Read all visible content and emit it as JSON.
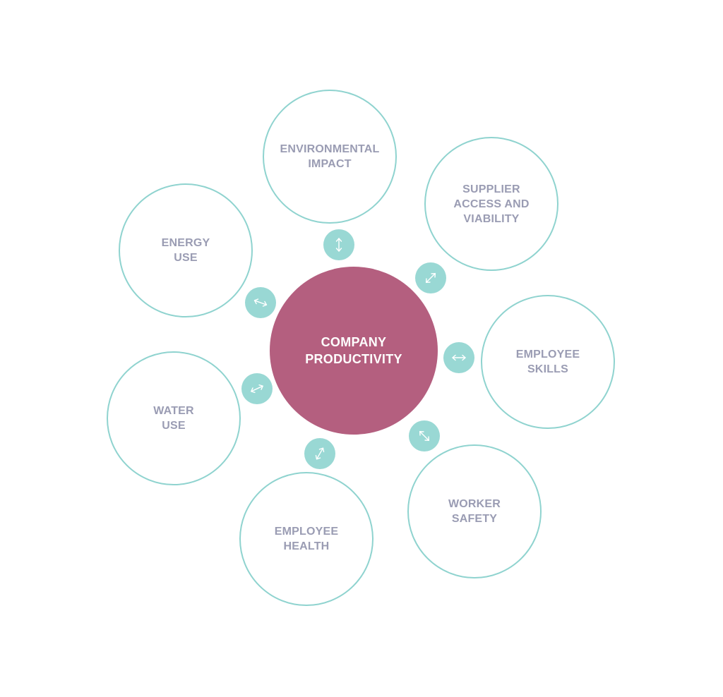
{
  "center": {
    "label": "COMPANY\nPRODUCTIVITY",
    "color": "#b45f7f"
  },
  "factors": [
    {
      "id": "environmental-impact",
      "label": "ENVIRONMENTAL\nIMPACT"
    },
    {
      "id": "supplier-access",
      "label": "SUPPLIER\nACCESS AND\nVIABILITY"
    },
    {
      "id": "employee-skills",
      "label": "EMPLOYEE\nSKILLS"
    },
    {
      "id": "worker-safety",
      "label": "WORKER\nSAFETY"
    },
    {
      "id": "employee-health",
      "label": "EMPLOYEE\nHEALTH"
    },
    {
      "id": "water-use",
      "label": "WATER\nUSE"
    },
    {
      "id": "energy-use",
      "label": "ENERGY\nUSE"
    }
  ],
  "connectors": {
    "icon": "double-arrow-icon",
    "count": 7
  },
  "colors": {
    "ring_border": "#8fd3cf",
    "connector_fill": "#99d8d4",
    "factor_text": "#9a9cb3",
    "center_text": "#ffffff"
  }
}
